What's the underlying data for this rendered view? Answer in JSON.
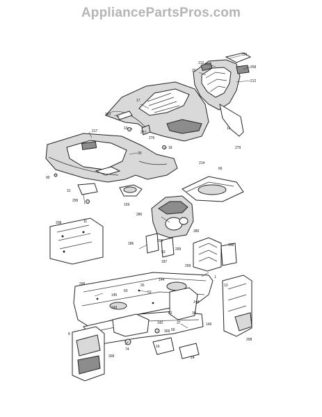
{
  "watermark": "AppliancePartsPros.com",
  "callouts": {
    "c259": "259",
    "c212a": "212",
    "c258": "258",
    "c20": "20",
    "c212b": "212",
    "c17": "17",
    "c213": "213",
    "c10": "10",
    "c277": "277",
    "c217": "217",
    "c276": "276",
    "c11": "11",
    "c30": "30",
    "c18": "18",
    "c279": "279",
    "c214": "214",
    "c90": "90",
    "c66": "66",
    "c31": "31",
    "c280": "280",
    "c159": "159",
    "c299": "299",
    "c208": "208",
    "c186": "186",
    "c209": "209",
    "c53": "53",
    "c299b": "299",
    "c158": "158",
    "c187": "187",
    "c299c": "299",
    "c1": "1",
    "c144": "144",
    "c26": "26",
    "c53b": "53",
    "c13": "13",
    "c298": "298",
    "c145": "145",
    "c60": "60",
    "c143": "143",
    "c62": "62",
    "c144b": "144",
    "c30b": "30",
    "c142": "142",
    "c56": "56",
    "c37": "37",
    "c149": "149",
    "c309": "309",
    "c8": "8",
    "c74": "74",
    "c208b": "208",
    "c309b": "309",
    "c16": "16",
    "c14": "14"
  }
}
